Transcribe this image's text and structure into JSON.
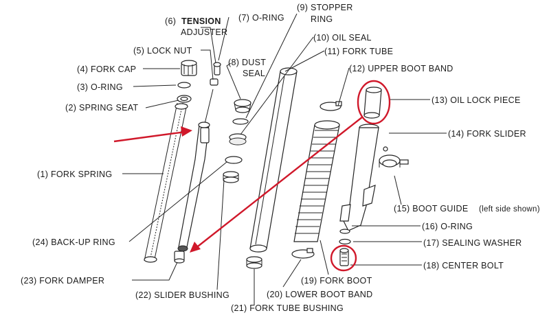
{
  "labels": {
    "fork_spring": "(1) FORK SPRING",
    "spring_seat": "(2) SPRING SEAT",
    "o_ring_3": "(3) O-RING",
    "fork_cap": "(4) FORK CAP",
    "lock_nut": "(5) LOCK NUT",
    "tension_adjuster_num": "(6)",
    "tension_adjuster_1": "TENSION",
    "tension_adjuster_2": "ADJUSTER",
    "o_ring_7": "(7) O-RING",
    "dust_seal_1": "(8) DUST",
    "dust_seal_2": "SEAL",
    "stopper_ring_1": "(9) STOPPER",
    "stopper_ring_2": "RING",
    "oil_seal": "(10) OIL SEAL",
    "fork_tube": "(11) FORK TUBE",
    "upper_boot_band": "(12) UPPER BOOT BAND",
    "oil_lock_piece": "(13) OIL LOCK PIECE",
    "fork_slider": "(14) FORK SLIDER",
    "boot_guide": "(15) BOOT GUIDE",
    "boot_guide_note": "(left side shown)",
    "o_ring_16": "(16) O-RING",
    "sealing_washer": "(17) SEALING WASHER",
    "center_bolt": "(18) CENTER BOLT",
    "fork_boot": "(19) FORK BOOT",
    "lower_boot_band": "(20) LOWER BOOT BAND",
    "fork_tube_bushing": "(21) FORK TUBE BUSHING",
    "slider_bushing": "(22) SLIDER BUSHING",
    "fork_damper": "(23) FORK DAMPER",
    "back_up_ring": "(24) BACK-UP RING"
  },
  "colors": {
    "line": "#222222",
    "annotation": "#d0182a",
    "background": "#ffffff"
  }
}
